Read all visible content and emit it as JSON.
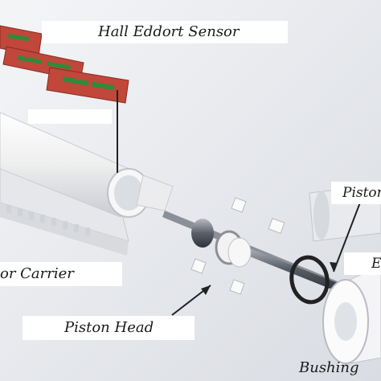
{
  "labels": {
    "hall_sensor": "Hall Eddort Sensor",
    "piston_top": "Pistor",
    "sensor_carrier": "or Carrier",
    "piston_head": "Piston Head",
    "bushing": "Bushing",
    "right_edge": "E"
  },
  "colors": {
    "pcb": "#c0473a",
    "pcb_edge": "#8a2b22",
    "component": "#2f8a3c",
    "tube": "#f2f2f2",
    "metal": "#6e7480",
    "leader": "#222222"
  }
}
